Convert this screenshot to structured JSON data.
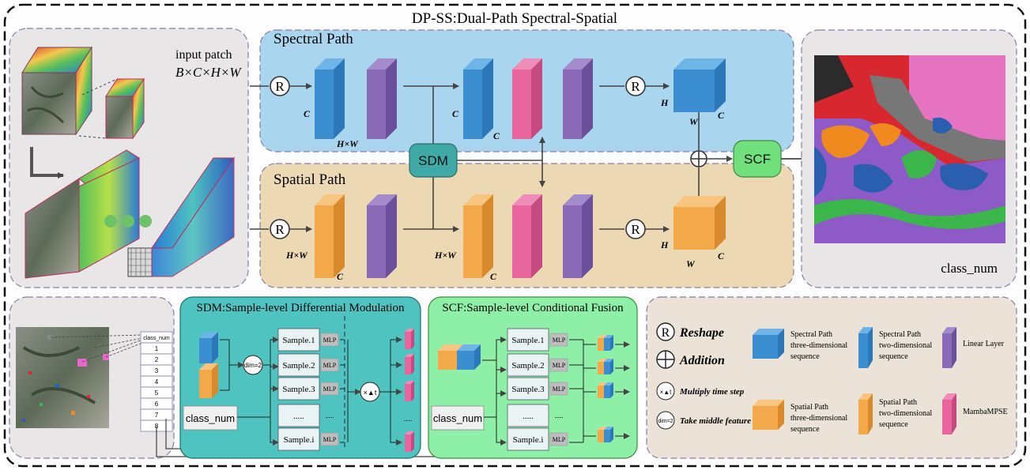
{
  "title": "DP-SS:Dual-Path Spectral-Spatial",
  "input": {
    "label": "input patch",
    "dims": "B×C×H×W"
  },
  "spectral": {
    "title": "Spectral Path",
    "l1": "C",
    "l2": "H×W",
    "l3": "C",
    "l4": "C",
    "cube_h": "H",
    "cube_w": "W",
    "cube_c": "C"
  },
  "spatial": {
    "title": "Spatial Path",
    "l1": "H×W",
    "l2": "C",
    "l3": "H×W",
    "l4": "C",
    "cube_h": "H",
    "cube_w": "W",
    "cube_c": "C"
  },
  "modules": {
    "sdm": "SDM",
    "scf": "SCF",
    "reshape_symbol": "R"
  },
  "output": {
    "label": "class_num"
  },
  "class_table": {
    "header": "class_num",
    "rows": [
      "1",
      "2",
      "3",
      "4",
      "5",
      "6",
      "7",
      "8"
    ]
  },
  "sdm_panel": {
    "title": "SDM:Sample-level Differential Modulation",
    "dim_label": "dim=2",
    "class_num": "class_num",
    "samples": [
      "Sample.1",
      "Sample.2",
      "Sample.3",
      ".....",
      "Sample.i"
    ],
    "mlp": "MLP",
    "dots": ".....",
    "op": "×▲t"
  },
  "scf_panel": {
    "title": "SCF:Sample-level Conditional Fusion",
    "class_num": "class_num",
    "samples": [
      "Sample.1",
      "Sample.2",
      "Sample.3",
      ".....",
      "Sample.i"
    ],
    "mlp": "MLP",
    "dots": "....."
  },
  "legend": {
    "reshape_sym": "R",
    "reshape": "Reshape",
    "addition": "Addition",
    "mult_sym": "×▲t",
    "mult": "Multiply time step",
    "dim_sym": "dim=2",
    "dim": "Take middle feature",
    "spec3d": [
      "Spectral Path",
      "three-dimensional",
      "sequence"
    ],
    "spec2d": [
      "Spectral Path",
      "two-dimensional",
      "sequence"
    ],
    "linear": "Linear Layer",
    "spat3d": [
      "Spatial Path",
      "three-dimensional",
      "sequence"
    ],
    "spat2d": [
      "Spatial Path",
      "two-dimensional",
      "sequence"
    ],
    "mamba": "MambaMPSE"
  },
  "colors": {
    "spectral_bg": "#a9d6ee",
    "spatial_bg": "#ecd9b4",
    "blue": "#3b8fd0",
    "orange": "#f3a94a",
    "purple": "#8b6bb8",
    "pink": "#e8659d",
    "sdm_panel": "#4fc3c0",
    "scf_panel": "#8ef0a6",
    "sdm_node": "#3ea9a6",
    "scf_node": "#6fe07b"
  }
}
